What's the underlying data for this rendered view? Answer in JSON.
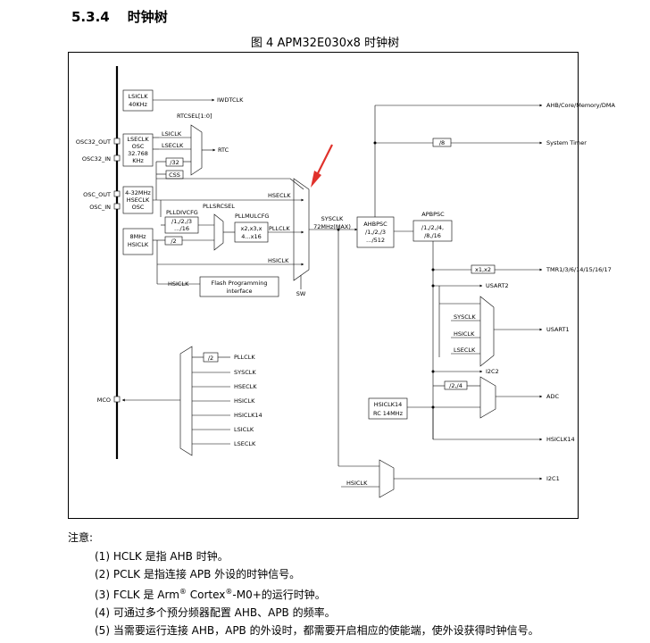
{
  "section": {
    "number": "5.3.4",
    "title": "时钟树"
  },
  "figure_caption": "图 4 APM32E030x8 时钟树",
  "diagram": {
    "lsiclk_box": [
      "LSICLK",
      "40KHz"
    ],
    "iwdtclk": "IWDTCLK",
    "rtcsel": "RTCSEL[1:0]",
    "rtc_mux_inputs": [
      "LSICLK",
      "LSECLK"
    ],
    "div32": "/32",
    "rtc": "RTC",
    "css": "CSS",
    "osc32_out": "OSC32_OUT",
    "osc32_in": "OSC32_IN",
    "lseclk_box": [
      "LSECLK",
      "OSC",
      "32.768",
      "KHz"
    ],
    "osc_out": "OSC_OUT",
    "osc_in": "OSC_IN",
    "hseclk_box": [
      "4-32MHz",
      "HSECLK",
      "OSC"
    ],
    "plldivcfg": "PLLDIVCFG",
    "plldiv_values": [
      "/1,/2,/3",
      "…/16"
    ],
    "pllsrcsel": "PLLSRCSEL",
    "pllmulcfg": "PLLMULCFG",
    "pllmul_values": [
      "x2,x3,x",
      "4...x16"
    ],
    "pllclk": "PLLCLK",
    "hsiclk_box": [
      "8MHz",
      "HSICLK"
    ],
    "div2": "/2",
    "sys_mux_inputs": [
      "HSECLK",
      "HSICLK"
    ],
    "hsiclk": "HSICLK",
    "flash_box": [
      "Flash Programming",
      "interface"
    ],
    "sw": "SW",
    "sysclk": [
      "SYSCLK",
      "72MHz(MAX)"
    ],
    "ahbpsc_box": [
      "AHBPSC",
      "/1,/2,/3",
      "…/512"
    ],
    "apbpsc_label": "APBPSC",
    "apbpsc_values": [
      "/1,/2,/4,",
      "/8,/16"
    ],
    "div8": "/8",
    "x1x2": "x1,x2",
    "usart2": "USART2",
    "usart_mux_inputs": [
      "SYSCLK",
      "HSICLK",
      "LSECLK"
    ],
    "usart1": "USART1",
    "i2c2": "I2C2",
    "div2div4": "/2,/4",
    "adc": "ADC",
    "hsiclk14_box": [
      "HSICLK14",
      "RC 14MHz"
    ],
    "hsiclk14_out": "HSICLK14",
    "i2c_mux_input": "HSICLK",
    "i2c1": "I2C1",
    "mco": "MCO",
    "mco_div2": "/2",
    "mco_inputs": [
      "PLLCLK",
      "SYSCLK",
      "HSECLK",
      "HSICLK",
      "HSICLK14",
      "LSICLK",
      "LSECLK"
    ],
    "outputs": [
      "AHB/Core/Memory/DMA",
      "System Timer",
      "TMR1/3/6/14/15/16/17"
    ]
  },
  "notes": {
    "heading": "注意:",
    "items": [
      {
        "no": "(1)",
        "text": "HCLK 是指 AHB 时钟。"
      },
      {
        "no": "(2)",
        "text": "PCLK 是指连接 APB 外设的时钟信号。"
      },
      {
        "no": "(3)",
        "pre": "FCLK 是 Arm",
        "mid": "Cortex",
        "post": "-M0+的运行时钟。",
        "reg": "®"
      },
      {
        "no": "(4)",
        "text": "可通过多个预分频器配置 AHB、APB 的频率。"
      },
      {
        "no": "(5)",
        "text": "当需要运行连接 AHB，APB 的外设时，都需要开启相应的使能端，使外设获得时钟信号。"
      }
    ]
  },
  "colors": {
    "arrow_annotation": "#e0312b"
  }
}
